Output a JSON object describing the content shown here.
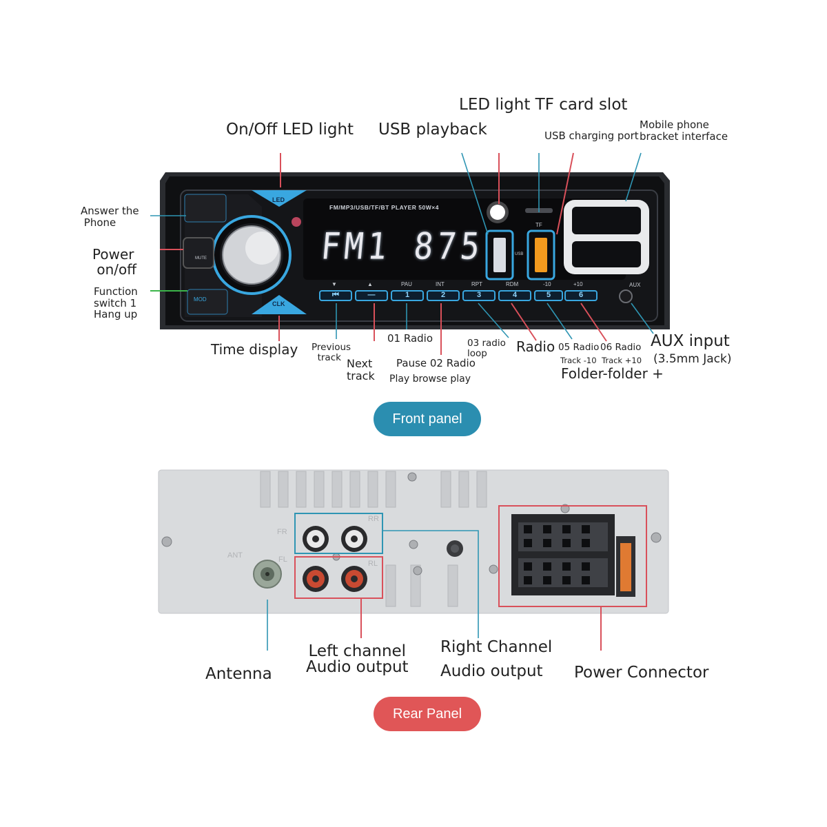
{
  "front": {
    "labels": {
      "led_light": "On/Off LED light",
      "usb_playback": "USB playback",
      "led_tf": "LED light TF card slot",
      "usb_charging": "USB charging port",
      "mobile_bracket": "Mobile phone\nbracket interface",
      "answer_phone": "Answer the\n Phone",
      "power": "Power\n on/off",
      "function": "Function\nswitch 1\nHang up",
      "time_display": "Time display",
      "previous_track": "Previous\n  track",
      "next_track": "Next\ntrack",
      "radio01": "01 Radio",
      "pause": "Pause 02 Radio",
      "play_browse": "Play browse play",
      "radio03": "03 radio\nloop",
      "radio": "Radio",
      "radio05": "05 Radio",
      "radio06": "06 Radio",
      "track_minus": "Track -10",
      "track_plus": "Track +10",
      "folder": "Folder-folder +",
      "aux_input": "AUX input",
      "aux_jack": "(3.5mm Jack)"
    },
    "device": {
      "header": "FM/MP3/USB/TF/BT  PLAYER  50W×4",
      "display": "FM1 875",
      "led_btn": "LED",
      "clk_btn": "CLK",
      "mod_btn": "MOD",
      "mute_btn": "MUTE",
      "tf_label": "TF",
      "usb_label": "USB",
      "aux_label": "AUX",
      "btn_labels": [
        "▼",
        "▲",
        "PAU",
        "INT",
        "RPT",
        "RDM",
        "-10",
        "+10"
      ],
      "num_keys": [
        "⏮",
        "—",
        "1",
        "2",
        "3",
        "4",
        "5",
        "6"
      ]
    },
    "badge": "Front panel"
  },
  "rear": {
    "labels": {
      "antenna": "Antenna",
      "left_channel": "Left channel\nAudio output",
      "right_channel": "Right Channel\nAudio output",
      "power_connector": "Power Connector"
    },
    "device": {
      "fr": "FR",
      "rr": "RR",
      "fl": "FL",
      "rl": "RL",
      "ant": "ANT"
    },
    "badge": "Rear Panel"
  },
  "colors": {
    "front_badge": "#2b8eb0",
    "rear_badge": "#e05657",
    "red_line": "#d9505a",
    "teal_line": "#2e95b3",
    "green_line": "#3cb54a",
    "button_glow": "#39a7e0"
  }
}
